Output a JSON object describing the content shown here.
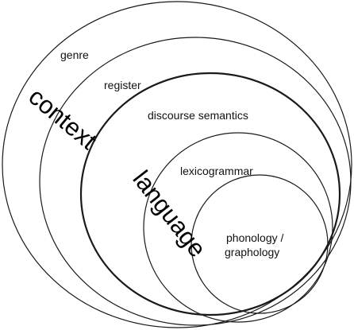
{
  "diagram": {
    "strata": {
      "genre": "genre",
      "register": "register",
      "discourse_semantics": "discourse semantics",
      "lexicogrammar": "lexicogrammar",
      "phonology_line1": "phonology /",
      "phonology_line2": "graphology"
    },
    "planes": {
      "context": "context",
      "language": "language"
    },
    "colors": {
      "stroke": "#1a1a1a",
      "text": "#111111",
      "background": "#ffffff"
    }
  }
}
